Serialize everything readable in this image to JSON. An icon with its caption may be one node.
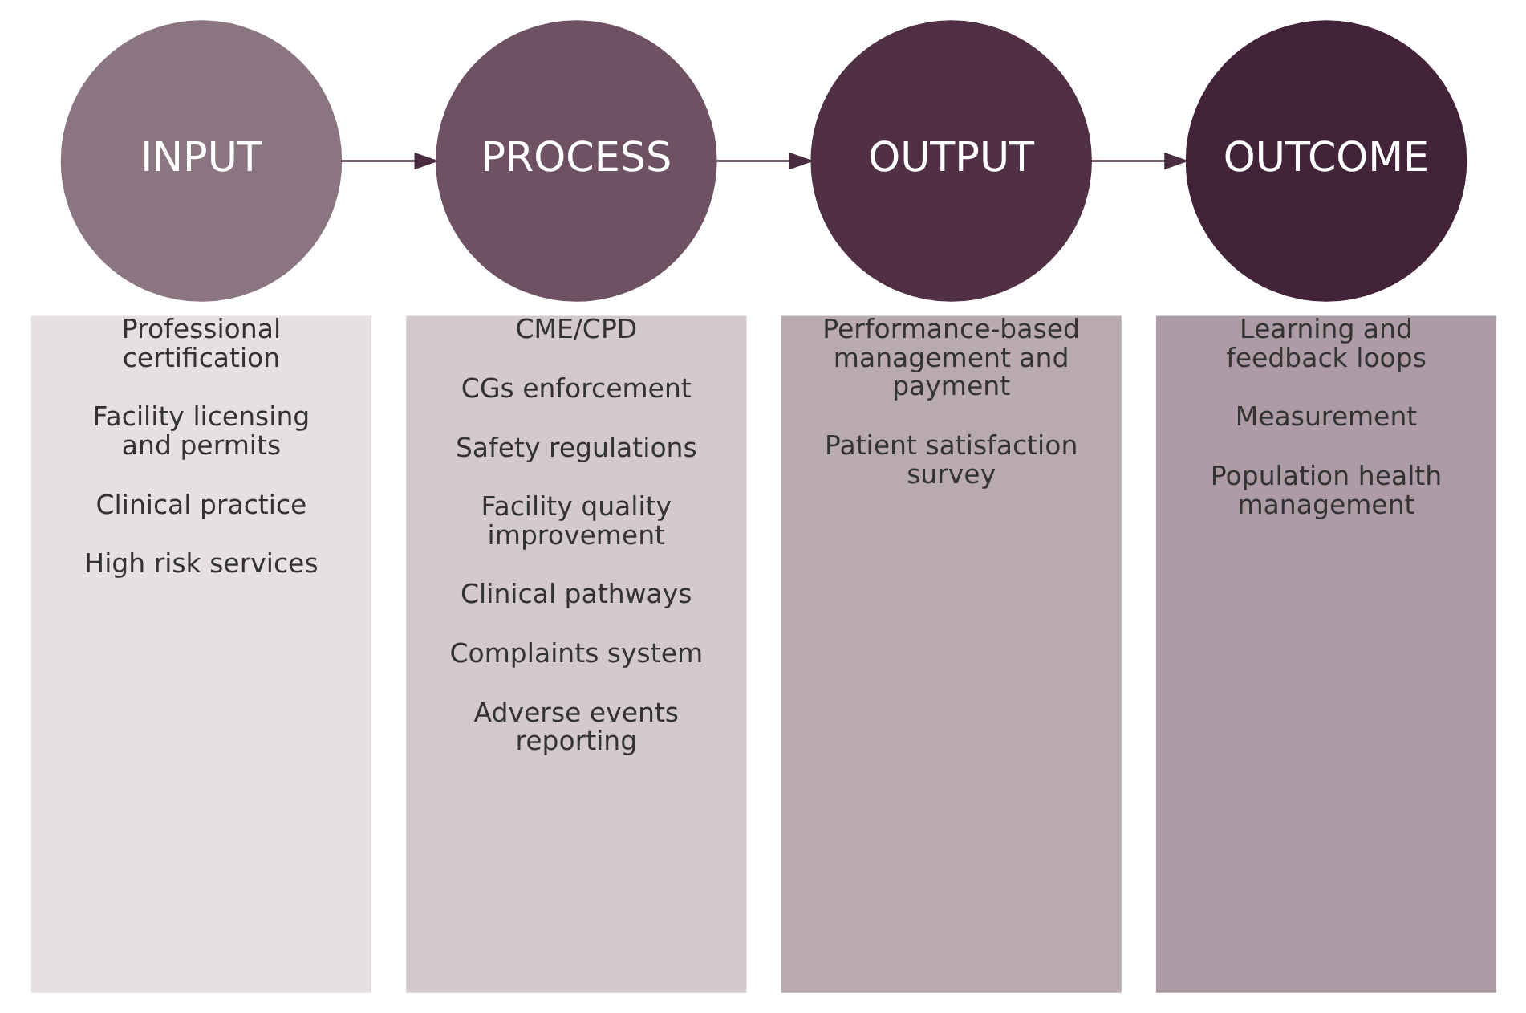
{
  "diagram": {
    "nodes": [
      {
        "text": [
          "INPUT"
        ]
      },
      {
        "text": [
          "Professional certification",
          "Facility licensing and permits",
          "Clinical practice",
          "High risk services"
        ]
      },
      {
        "text": [
          "PROCESS"
        ]
      },
      {
        "text": [
          "CME/CPD",
          "CGs enforcement",
          "Safety regulations",
          "Facility quality improvement",
          "Clinical pathways",
          "Complaints system",
          "Adverse events reporting"
        ]
      },
      {
        "text": [
          "OUTPUT"
        ]
      },
      {
        "text": [
          "Performance-based management and payment",
          "Patient satisfaction survey"
        ]
      },
      {
        "text": [
          "OUTCOME"
        ]
      },
      {
        "text": [
          "Learning and feedback loops",
          "Measurement",
          "Population health management"
        ]
      }
    ],
    "edges": [
      {
        "from": 0,
        "to": 2,
        "arrow": "to"
      },
      {
        "from": 2,
        "to": 4,
        "arrow": "to"
      },
      {
        "from": 4,
        "to": 6,
        "arrow": "to"
      }
    ]
  }
}
